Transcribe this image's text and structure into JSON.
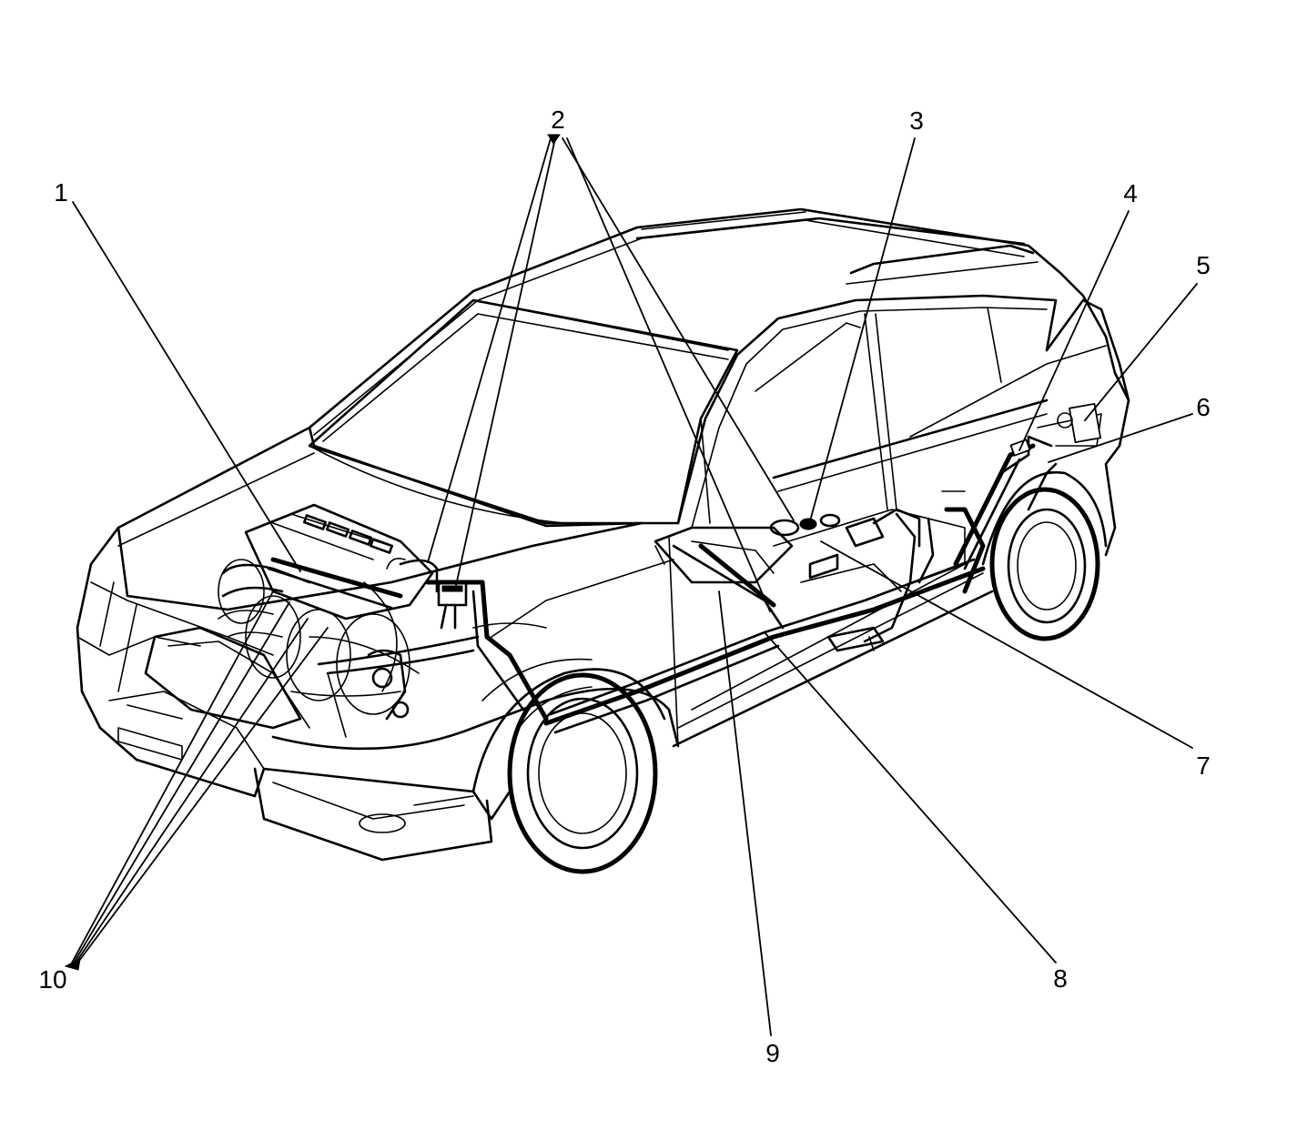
{
  "diagram": {
    "colors": {
      "ink": "#000000",
      "paper": "#ffffff"
    },
    "callouts": [
      {
        "id": "1",
        "label": "1"
      },
      {
        "id": "2",
        "label": "2"
      },
      {
        "id": "3",
        "label": "3"
      },
      {
        "id": "4",
        "label": "4"
      },
      {
        "id": "5",
        "label": "5"
      },
      {
        "id": "6",
        "label": "6"
      },
      {
        "id": "7",
        "label": "7"
      },
      {
        "id": "8",
        "label": "8"
      },
      {
        "id": "9",
        "label": "9"
      },
      {
        "id": "10",
        "label": "10"
      }
    ]
  }
}
